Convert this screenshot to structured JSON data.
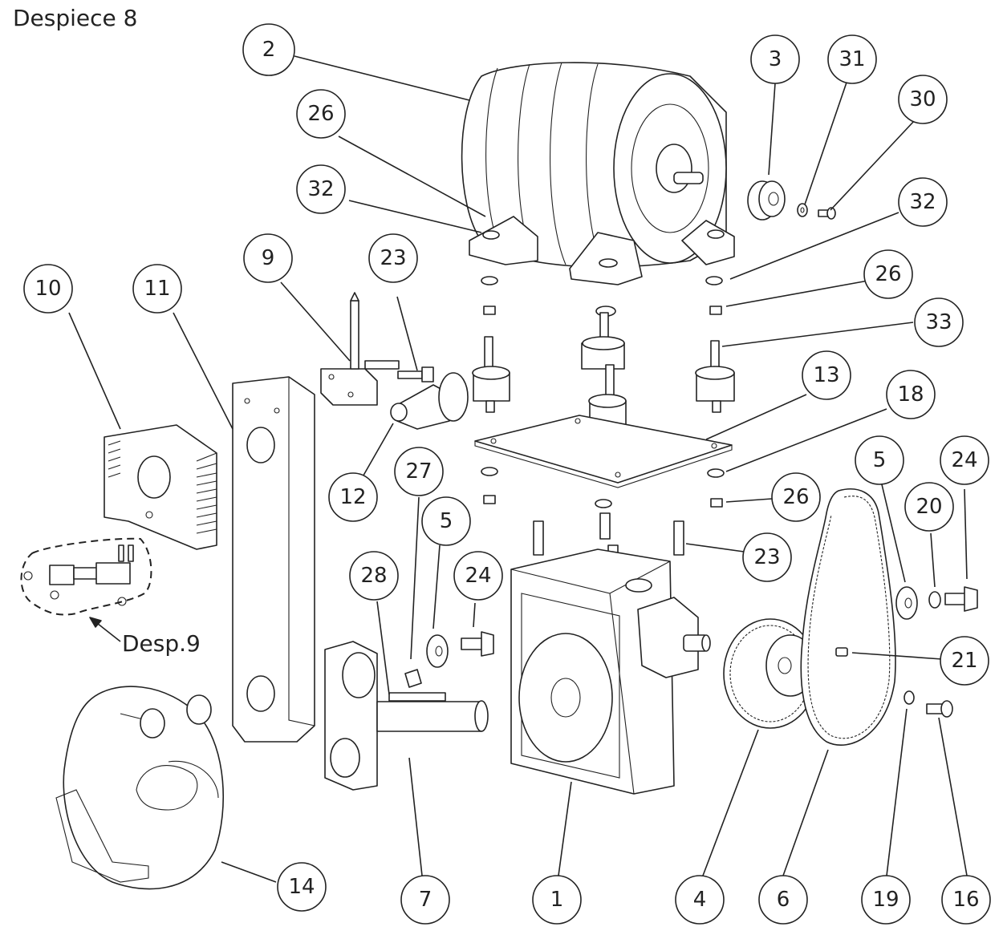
{
  "title": "Despiece 8",
  "reference_label": "Desp.9",
  "callouts": [
    {
      "id": "c2",
      "label": "2"
    },
    {
      "id": "c3",
      "label": "3"
    },
    {
      "id": "c31",
      "label": "31"
    },
    {
      "id": "c30",
      "label": "30"
    },
    {
      "id": "c26a",
      "label": "26"
    },
    {
      "id": "c32a",
      "label": "32"
    },
    {
      "id": "c32b",
      "label": "32"
    },
    {
      "id": "c26b",
      "label": "26"
    },
    {
      "id": "c33",
      "label": "33"
    },
    {
      "id": "c9",
      "label": "9"
    },
    {
      "id": "c23a",
      "label": "23"
    },
    {
      "id": "c10",
      "label": "10"
    },
    {
      "id": "c11",
      "label": "11"
    },
    {
      "id": "c13",
      "label": "13"
    },
    {
      "id": "c18",
      "label": "18"
    },
    {
      "id": "c12",
      "label": "12"
    },
    {
      "id": "c27",
      "label": "27"
    },
    {
      "id": "c5a",
      "label": "5"
    },
    {
      "id": "c24a",
      "label": "24"
    },
    {
      "id": "c28",
      "label": "28"
    },
    {
      "id": "c26c",
      "label": "26"
    },
    {
      "id": "c23b",
      "label": "23"
    },
    {
      "id": "c5b",
      "label": "5"
    },
    {
      "id": "c20",
      "label": "20"
    },
    {
      "id": "c24b",
      "label": "24"
    },
    {
      "id": "c21",
      "label": "21"
    },
    {
      "id": "c14",
      "label": "14"
    },
    {
      "id": "c7",
      "label": "7"
    },
    {
      "id": "c1",
      "label": "1"
    },
    {
      "id": "c4",
      "label": "4"
    },
    {
      "id": "c6",
      "label": "6"
    },
    {
      "id": "c19",
      "label": "19"
    },
    {
      "id": "c16",
      "label": "16"
    }
  ]
}
